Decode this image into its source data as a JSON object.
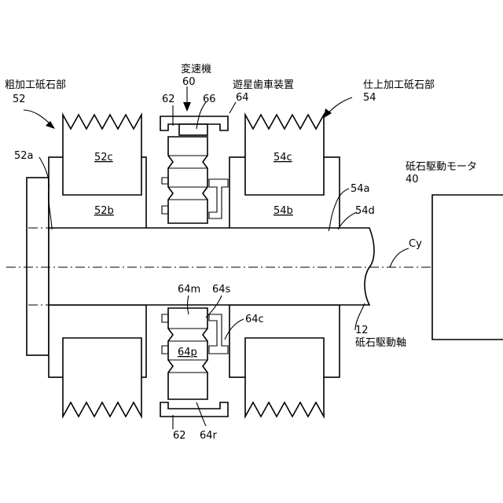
{
  "labels": {
    "rough_wheel": "粗加工砥石部",
    "rough_wheel_num": "52",
    "transmission": "変速機",
    "transmission_num": "60",
    "planetary": "遊星歯車装置",
    "planetary_num": "64",
    "finish_wheel": "仕上加工砥石部",
    "finish_wheel_num": "54",
    "n62_top": "62",
    "n66": "66",
    "n52a": "52a",
    "n52c": "52c",
    "n52b": "52b",
    "n54c": "54c",
    "n54b": "54b",
    "n54a": "54a",
    "n54d": "54d",
    "motor": "砥石駆動モータ",
    "motor_num": "40",
    "cy": "Cy",
    "n64m": "64m",
    "n64s": "64s",
    "n64c": "64c",
    "n64p": "64p",
    "shaft_num": "12",
    "shaft": "砥石駆動軸",
    "n62_bottom": "62",
    "n64r": "64r"
  }
}
